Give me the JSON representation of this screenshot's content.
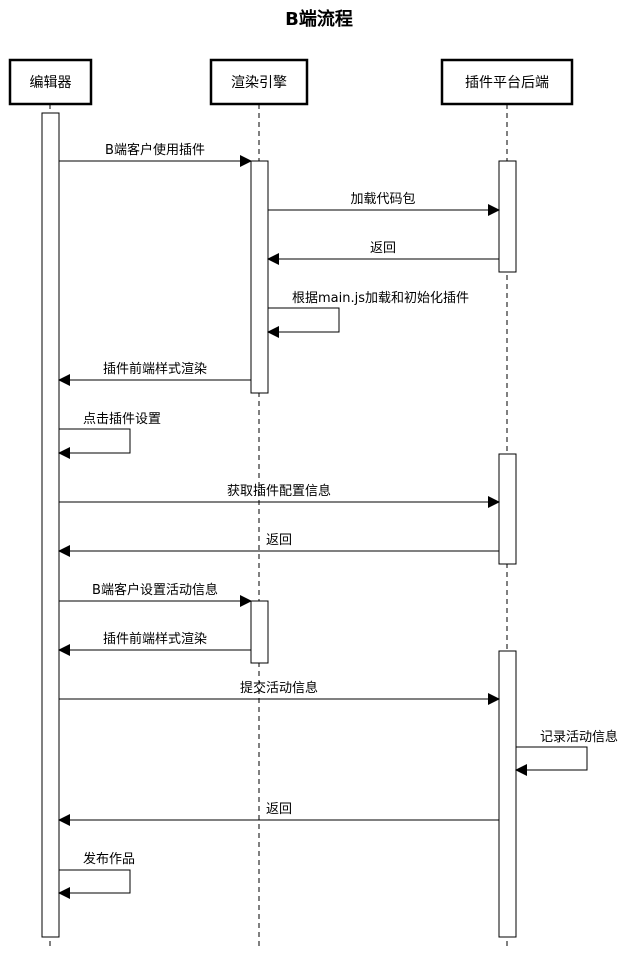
{
  "title": "B端流程",
  "participants": [
    {
      "id": "editor",
      "label": "编辑器"
    },
    {
      "id": "engine",
      "label": "渲染引擎"
    },
    {
      "id": "backend",
      "label": "插件平台后端"
    }
  ],
  "messages": [
    {
      "from": "editor",
      "to": "engine",
      "label": "B端客户使用插件"
    },
    {
      "from": "engine",
      "to": "backend",
      "label": "加载代码包"
    },
    {
      "from": "backend",
      "to": "engine",
      "label": "返回"
    },
    {
      "from": "engine",
      "to": "engine",
      "label": "根据main.js加载和初始化插件"
    },
    {
      "from": "engine",
      "to": "editor",
      "label": "插件前端样式渲染"
    },
    {
      "from": "editor",
      "to": "editor",
      "label": "点击插件设置"
    },
    {
      "from": "editor",
      "to": "backend",
      "label": "获取插件配置信息"
    },
    {
      "from": "backend",
      "to": "editor",
      "label": "返回"
    },
    {
      "from": "editor",
      "to": "engine",
      "label": "B端客户设置活动信息"
    },
    {
      "from": "engine",
      "to": "editor",
      "label": "插件前端样式渲染"
    },
    {
      "from": "editor",
      "to": "backend",
      "label": "提交活动信息"
    },
    {
      "from": "backend",
      "to": "backend",
      "label": "记录活动信息"
    },
    {
      "from": "backend",
      "to": "editor",
      "label": "返回"
    },
    {
      "from": "editor",
      "to": "editor",
      "label": "发布作品"
    }
  ]
}
